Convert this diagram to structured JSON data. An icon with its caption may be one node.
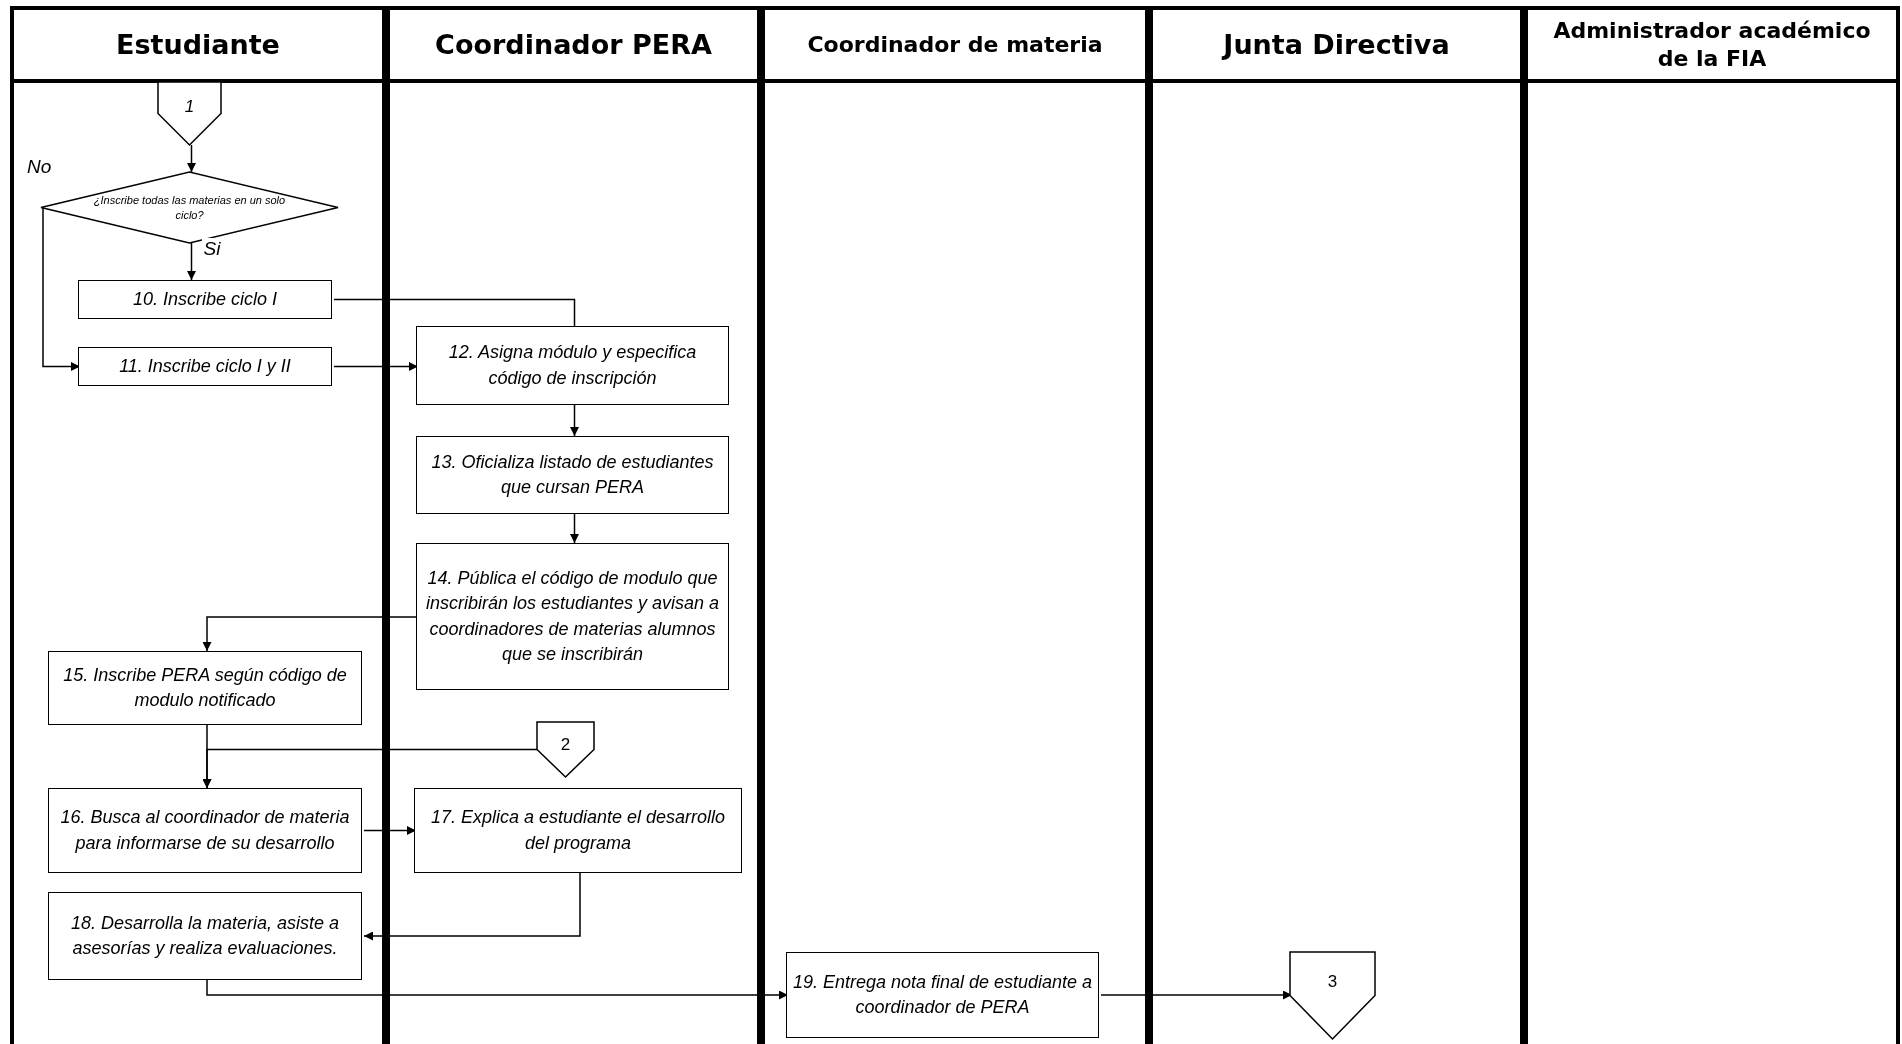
{
  "diagram": {
    "nodes": [
      {
        "text": [
          "Estudiante"
        ]
      },
      {
        "text": [
          "Coordinador PERA"
        ]
      },
      {
        "text": [
          "Coordinador de materia"
        ]
      },
      {
        "text": [
          "Junta Directiva"
        ]
      },
      {
        "text": [
          "Administrador académico de la FIA"
        ]
      },
      {
        "text": [
          "1"
        ],
        "in": 0
      },
      {
        "text": [
          "¿Inscribe todas las materias en un solo ciclo?"
        ],
        "in": 0
      },
      {
        "text": [
          "10. Inscribe ciclo I"
        ],
        "in": 0
      },
      {
        "text": [
          "11. Inscribe ciclo I y II"
        ],
        "in": 0
      },
      {
        "text": [
          "12. Asigna módulo y especifica código de inscripción"
        ],
        "in": 1
      },
      {
        "text": [
          "13. Oficializa listado de estudiantes que cursan PERA"
        ],
        "in": 1
      },
      {
        "text": [
          "14. Pública el código de modulo que inscribirán los estudiantes y avisan a coordinadores de materias alumnos que se inscribirán"
        ],
        "in": 1
      },
      {
        "text": [
          "15. Inscribe PERA según código de modulo notificado"
        ],
        "in": 0
      },
      {
        "text": [
          "2"
        ],
        "in": 1
      },
      {
        "text": [
          "16. Busca al coordinador de materia para informarse de su desarrollo"
        ],
        "in": 0
      },
      {
        "text": [
          "17. Explica a estudiante el desarrollo del programa"
        ],
        "in": 1
      },
      {
        "text": [
          "18. Desarrolla la materia, asiste a asesorías y realiza evaluaciones."
        ],
        "in": 0
      },
      {
        "text": [
          "19. Entrega nota final de estudiante a coordinador de PERA"
        ],
        "in": 2
      },
      {
        "text": [
          "3"
        ],
        "in": 3
      }
    ],
    "edges": [
      {
        "from": 5,
        "to": 6,
        "arrow": "to"
      },
      {
        "from": 6,
        "to": 7,
        "arrow": "to",
        "label": "Si"
      },
      {
        "from": 6,
        "to": 8,
        "arrow": "to",
        "label": "No"
      },
      {
        "from": 7,
        "to": 9,
        "arrow": "none"
      },
      {
        "from": 8,
        "to": 9,
        "arrow": "to"
      },
      {
        "from": 9,
        "to": 10,
        "arrow": "to"
      },
      {
        "from": 10,
        "to": 11,
        "arrow": "to"
      },
      {
        "from": 11,
        "to": 12,
        "arrow": "to"
      },
      {
        "from": 12,
        "to": 14,
        "arrow": "to"
      },
      {
        "from": 13,
        "to": 14,
        "arrow": "to"
      },
      {
        "from": 14,
        "to": 15,
        "arrow": "to"
      },
      {
        "from": 15,
        "to": 16,
        "arrow": "to"
      },
      {
        "from": 16,
        "to": 17,
        "arrow": "to"
      },
      {
        "from": 17,
        "to": 18,
        "arrow": "to"
      }
    ]
  }
}
